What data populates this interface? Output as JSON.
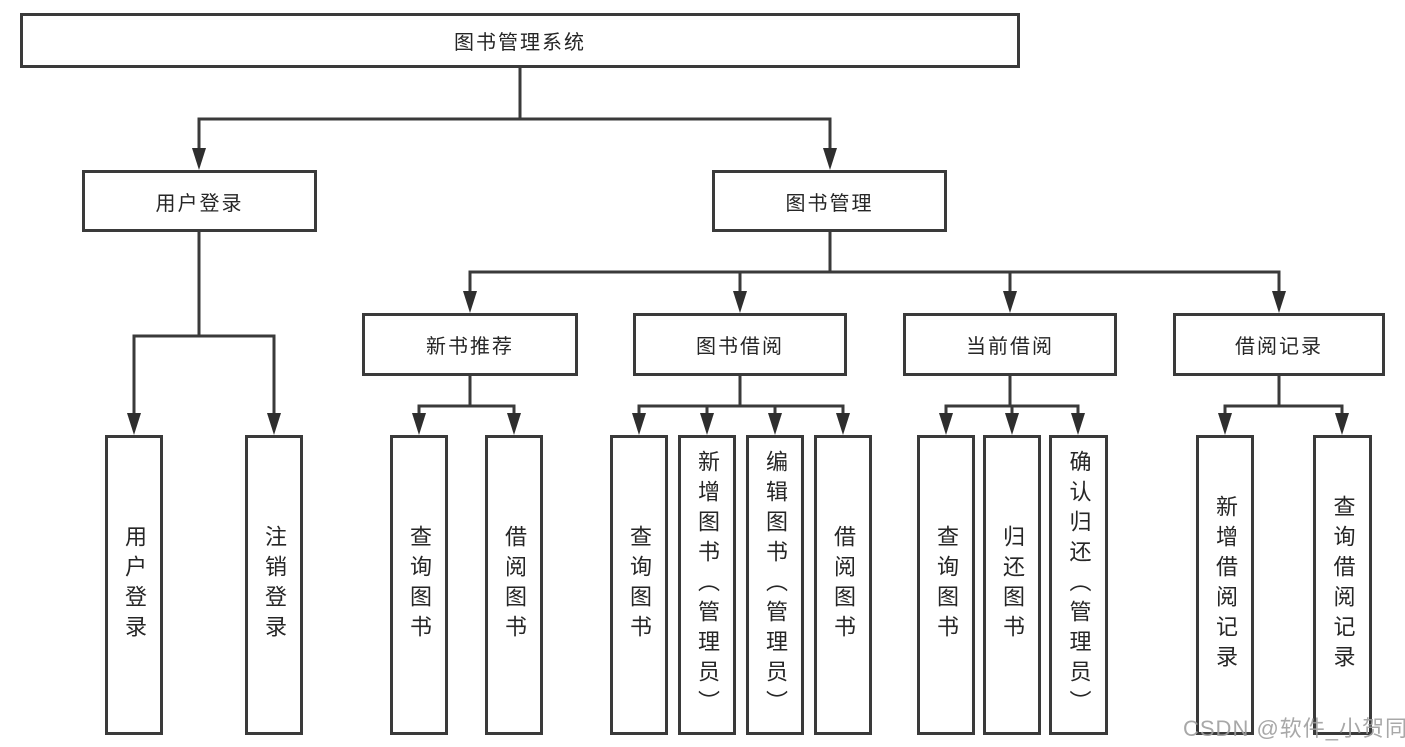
{
  "diagram": {
    "colors": {
      "line": "#3a3a3a",
      "arrow_fill": "#2e2e2e",
      "box_border": "#3a3a3a",
      "text": "#262626",
      "background": "#ffffff",
      "watermark_gray": "#9e9e9e"
    },
    "tree": {
      "root": {
        "label": "图书管理系统"
      },
      "branches": [
        {
          "label": "用户登录",
          "children": [
            {
              "label": "用户登录"
            },
            {
              "label": "注销登录"
            }
          ]
        },
        {
          "label": "图书管理",
          "children": [
            {
              "label": "新书推荐",
              "children": [
                {
                  "label": "查询图书"
                },
                {
                  "label": "借阅图书"
                }
              ]
            },
            {
              "label": "图书借阅",
              "children": [
                {
                  "label": "查询图书"
                },
                {
                  "label": "新增图书（管理员）"
                },
                {
                  "label": "编辑图书（管理员）"
                },
                {
                  "label": "借阅图书"
                }
              ]
            },
            {
              "label": "当前借阅",
              "children": [
                {
                  "label": "查询图书"
                },
                {
                  "label": "归还图书"
                },
                {
                  "label": "确认归还（管理员）"
                }
              ]
            },
            {
              "label": "借阅记录",
              "children": [
                {
                  "label": "新增借阅记录"
                },
                {
                  "label": "查询借阅记录"
                }
              ]
            }
          ]
        }
      ]
    },
    "watermark": {
      "text": "CSDN @软件_小贺同学"
    }
  }
}
